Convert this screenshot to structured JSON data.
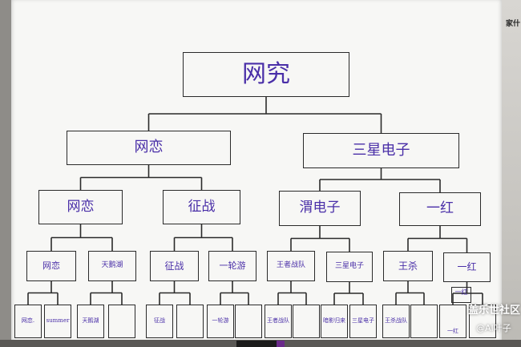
{
  "ink_color": "#4a2fa8",
  "tree": {
    "root": "网究",
    "level1": [
      "网恋",
      "三星电子"
    ],
    "level2": [
      "网恋",
      "征战",
      "渭电子",
      "一红"
    ],
    "level3": [
      "网恋",
      "天鹅湖",
      "征战",
      "一轮游",
      "王者战队",
      "三星电子",
      "王杀",
      "一红"
    ],
    "level4": [
      "网恋.",
      "summer",
      "天鹅湖",
      "",
      "征战",
      "",
      "一轮游",
      "",
      "王者战队",
      "",
      "暗影归来",
      "三星电子",
      "王杀战队",
      "",
      "一红",
      ""
    ],
    "extra_note": "一红"
  },
  "wall_text": "家什",
  "watermark": {
    "title": "盖乐世社区",
    "handle": "@AI叶子"
  }
}
